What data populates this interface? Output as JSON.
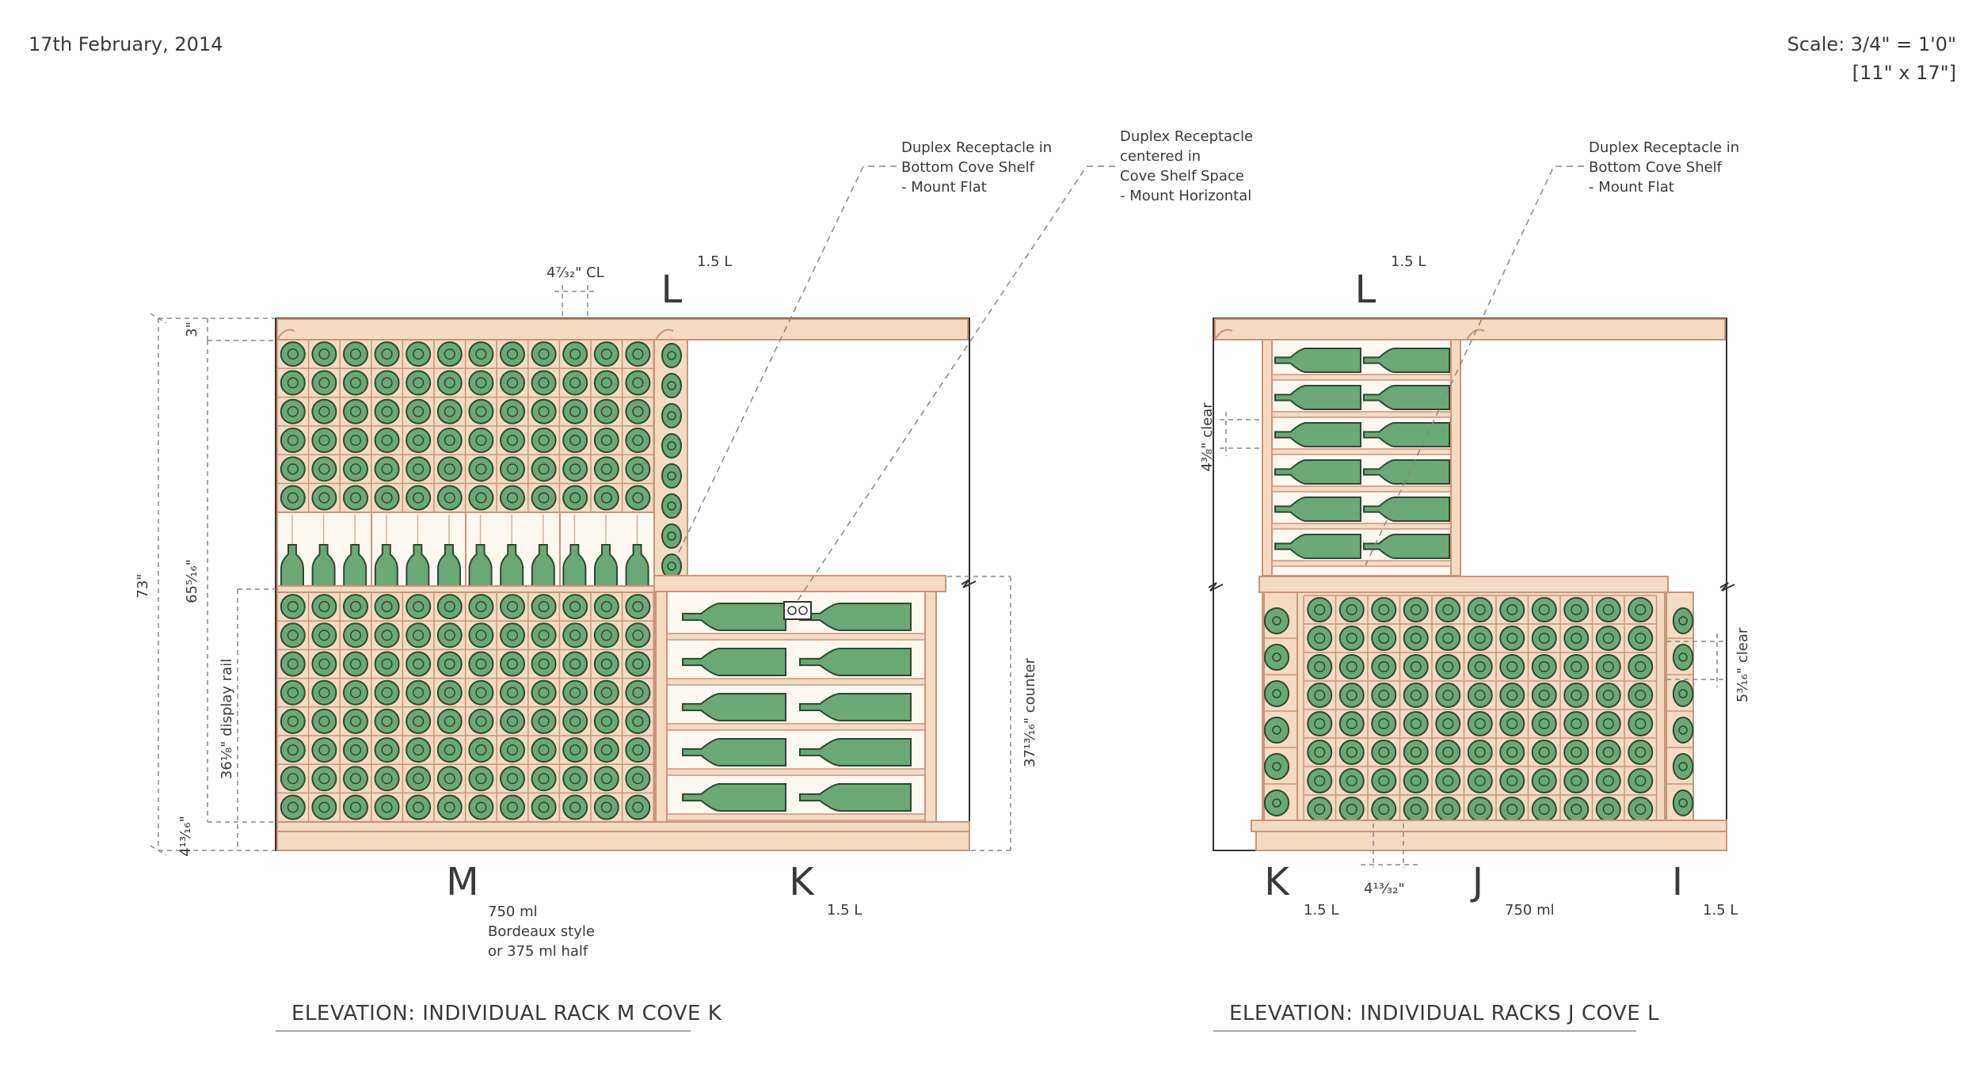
{
  "header": {
    "date": "17th February, 2014",
    "scale": "Scale: 3/4\" = 1'0\"",
    "sheet": "[11\" x 17\"]"
  },
  "left_elevation": {
    "caption": "ELEVATION: INDIVIDUAL RACK  M  COVE  K",
    "rack_labels": {
      "top": "L",
      "left": "M",
      "right": "K"
    },
    "sizes": {
      "top": "1.5 L",
      "right": "1.5 L"
    },
    "m_note": [
      "750 ml",
      "Bordeaux style",
      "or 375 ml half"
    ],
    "notes": {
      "receptacle_bottom": [
        "Duplex Receptacle in",
        "Bottom Cove Shelf",
        "- Mount Flat"
      ],
      "receptacle_center": [
        "Duplex Receptacle",
        "centered in",
        "Cove Shelf Space",
        "- Mount Horizontal"
      ]
    },
    "dims": {
      "top_cl": "4⁷⁄₃₂\" CL",
      "total_height": "73\"",
      "top_gap": "3\"",
      "upper_height": "65⁵⁄₁₆\"",
      "display_rail": "36⅛\" display rail",
      "base": "4¹³⁄₁₆\"",
      "counter": "37¹³⁄₁₆\" counter"
    }
  },
  "right_elevation": {
    "caption": "ELEVATION: INDIVIDUAL RACKS  J  COVE  L",
    "rack_labels": {
      "top": "L",
      "left": "K",
      "center": "J",
      "right": "I"
    },
    "sizes": {
      "top": "1.5 L",
      "left": "1.5 L",
      "center": "750 ml",
      "right": "1.5 L"
    },
    "notes": {
      "receptacle_bottom": [
        "Duplex Receptacle in",
        "Bottom Cove Shelf",
        "- Mount Flat"
      ]
    },
    "dims": {
      "upper_clear": "4³⁄₈\" clear",
      "side_clear": "5³⁄₁₆\" clear",
      "bottle_spacing": "4¹³⁄₃₂\""
    }
  },
  "colors": {
    "wood": "#f5dac4",
    "wood_stroke": "#c9957a",
    "bottle": "#6aa875",
    "bottle_stroke": "#2c4a33",
    "line": "#333333",
    "dash": "#888888"
  }
}
